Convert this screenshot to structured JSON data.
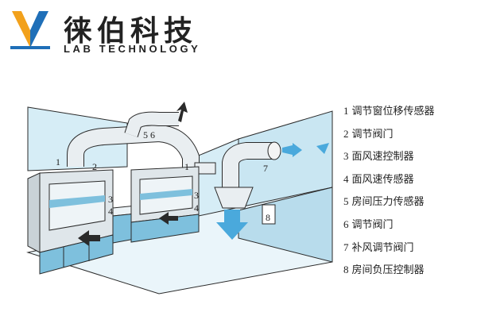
{
  "brand": {
    "name_cn": "徕伯科技",
    "name_en": "LAB TECHNOLOGY",
    "colors": {
      "mark_orange": "#f2a11c",
      "mark_blue": "#1f6fb8"
    }
  },
  "diagram": {
    "colors": {
      "wall": "#c9e6f2",
      "cabinet": "#7ec0dd",
      "duct": "#e9eef1",
      "arrow": "#4aa9dc",
      "cabinet_dark": "#4f96bd"
    },
    "callout_labels": [
      "1",
      "2",
      "3",
      "4",
      "5 6",
      "3",
      "4",
      "1",
      "7",
      "8"
    ]
  },
  "legend": [
    {
      "num": "1",
      "text": "调节窗位移传感器"
    },
    {
      "num": "2",
      "text": "调节阀门"
    },
    {
      "num": "3",
      "text": "面风速控制器"
    },
    {
      "num": "4",
      "text": "面风速传感器"
    },
    {
      "num": "5",
      "text": "房间压力传感器"
    },
    {
      "num": "6",
      "text": "调节阀门"
    },
    {
      "num": "7",
      "text": "补风调节阀门"
    },
    {
      "num": "8",
      "text": "房间负压控制器"
    }
  ]
}
